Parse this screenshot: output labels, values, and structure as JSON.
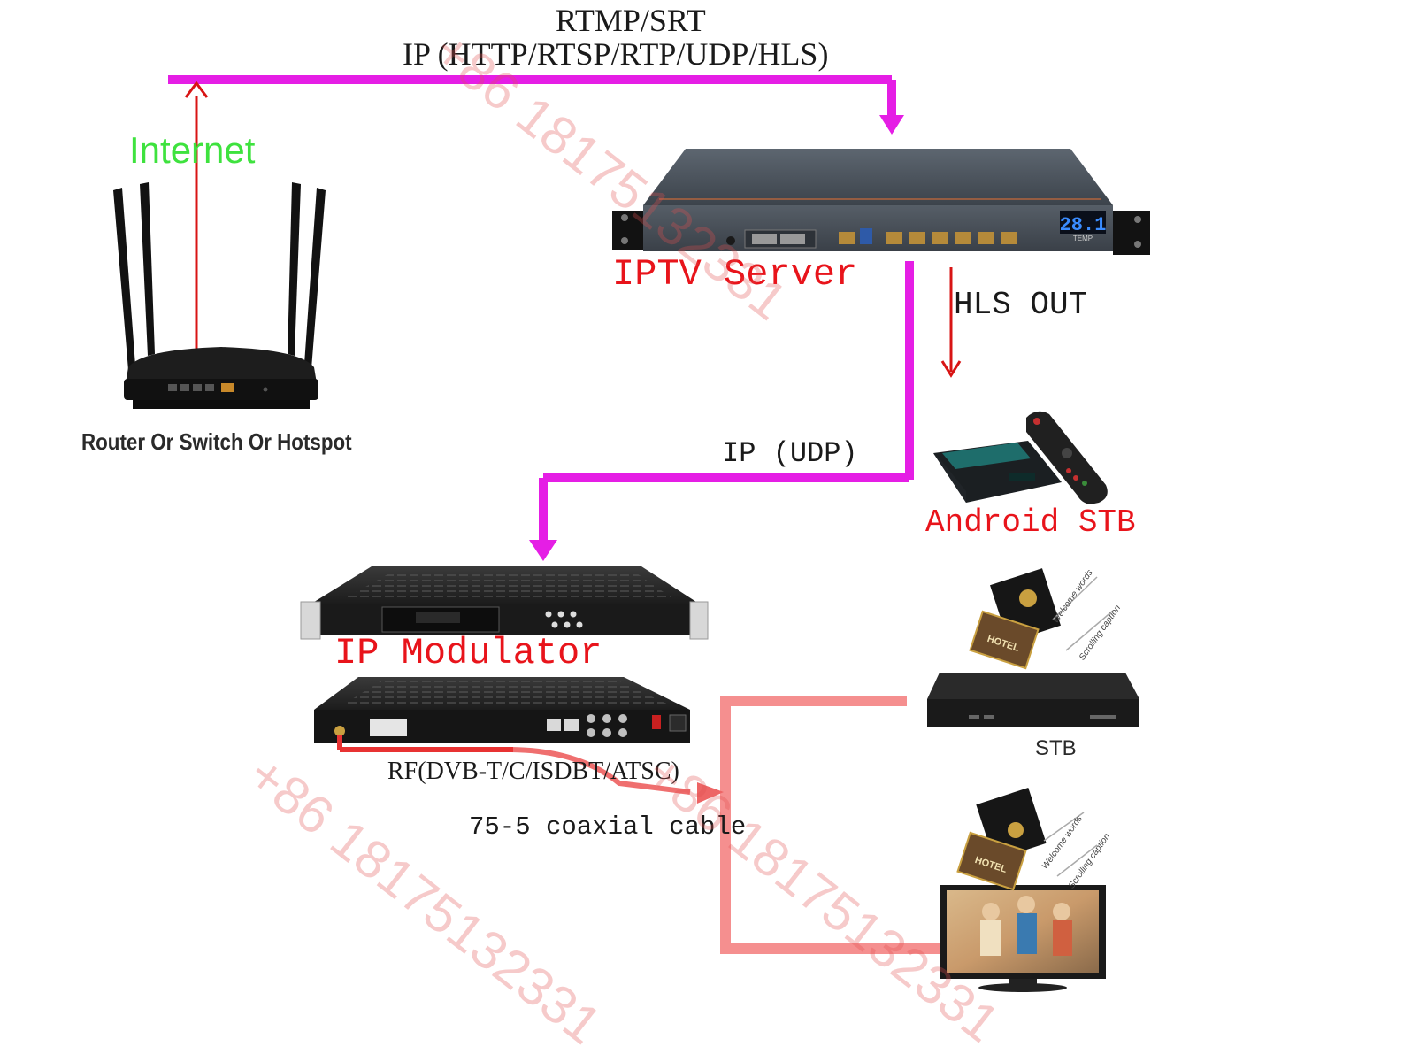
{
  "labels": {
    "top_line1": "RTMP/SRT",
    "top_line2": "IP (HTTP/RTSP/RTP/UDP/HLS)",
    "internet": "Internet",
    "router": "Router Or Switch Or Hotspot",
    "iptv_server": "IPTV Server",
    "server_display": "28.1",
    "server_temp": "TEMP",
    "hls_out": "HLS OUT",
    "ip_udp": "IP (UDP)",
    "android_stb": "Android STB",
    "ip_modulator": "IP Modulator",
    "rf": "RF(DVB-T/C/ISDBT/ATSC)",
    "coax": "75-5 coaxial cable",
    "stb": "STB",
    "welcome": "Welcome words",
    "scrolling": "Scrolling caption",
    "hotel": "HOTEL"
  },
  "watermark": {
    "text": "+86 18175132331"
  },
  "colors": {
    "ip_line": "#e51ee5",
    "internet_arrow": "#d81414",
    "rf_line": "#e83232",
    "coax_line": "#f26a6a",
    "internet_text": "#3ee23e",
    "device_label": "#e8141b"
  },
  "icons": [
    "router-icon",
    "iptv-server-icon",
    "android-stb-icon",
    "remote-control-icon",
    "ip-modulator-front-icon",
    "ip-modulator-rear-icon",
    "stb-icon",
    "tv-icon"
  ]
}
